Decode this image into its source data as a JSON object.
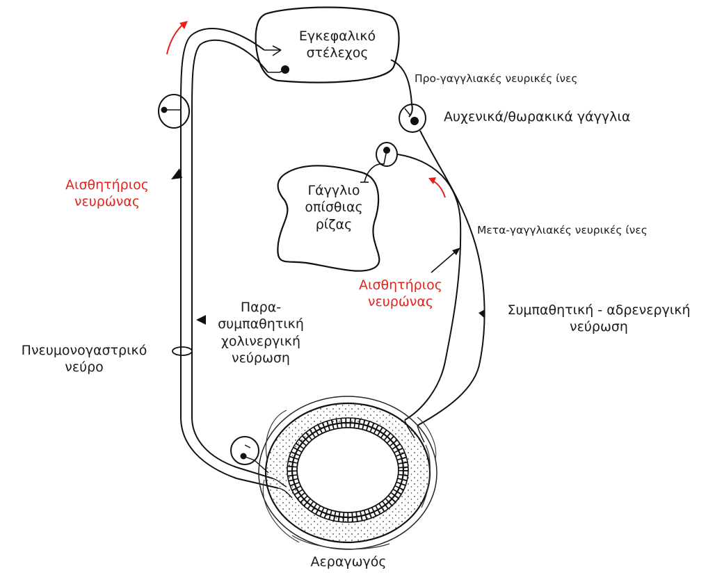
{
  "labels": {
    "brainstem": [
      "Εγκεφαλικό",
      "στέλεχος"
    ],
    "preganglionic": "Προ-γαγγλιακές νευρικές ίνες",
    "ganglia": "Αυχενικά/θωρακικά γάγγλια",
    "dorsal_root": [
      "Γάγγλιο",
      "οπίσθιας",
      "ρίζας"
    ],
    "postganglionic": "Μετα-γαγγλιακές νευρικές ίνες",
    "sensory_left": [
      "Αισθητήριος",
      "νευρώνας"
    ],
    "sensory_right": [
      "Αισθητήριος",
      "νευρώνας"
    ],
    "parasympathetic": [
      "Παρα-",
      "συμπαθητική",
      "χολινεργική",
      "νεύρωση"
    ],
    "vagus": [
      "Πνευμονογαστρικό",
      "νεύρο"
    ],
    "sympathetic": [
      "Συμπαθητική - αδρενεργική",
      "νεύρωση"
    ],
    "airway": "Αεραγωγός"
  },
  "colors": {
    "text": "#1a1a1a",
    "highlight": "#e8201c",
    "line": "#111111"
  }
}
